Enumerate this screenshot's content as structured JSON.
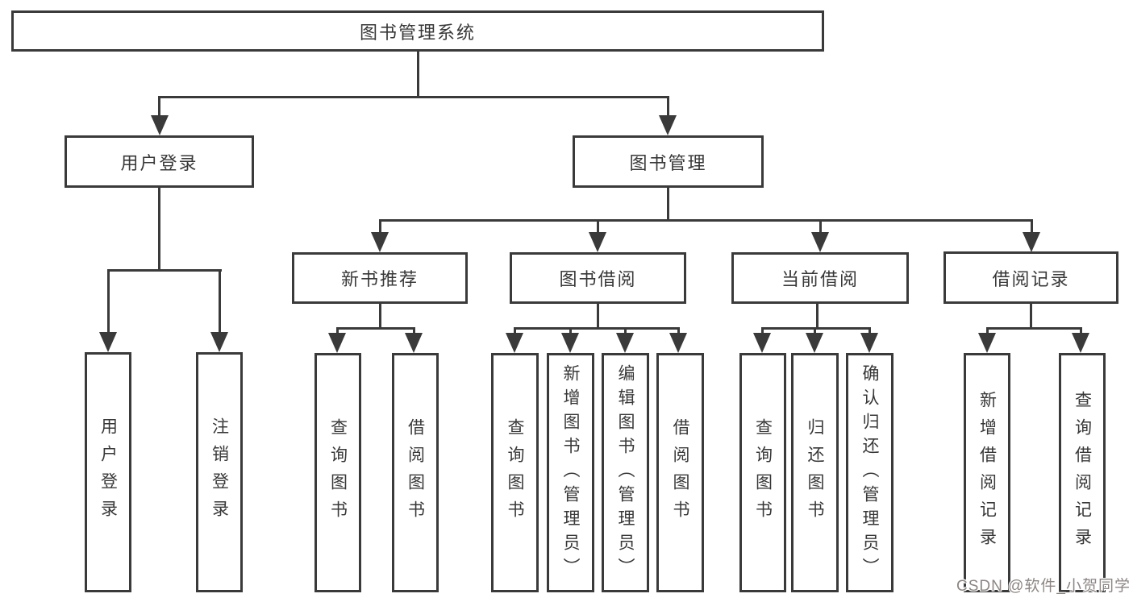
{
  "chart": {
    "title": "图书管理系统",
    "watermark": "CSDN @软件_小贺同学",
    "colors": {
      "line": "#3a3a3a",
      "text": "#383838",
      "background": "#ffffff",
      "watermark": "#8c8684"
    },
    "level2": {
      "user_login": "用户登录",
      "book_management": "图书管理"
    },
    "level3": {
      "new_book_recommend": "新书推荐",
      "book_borrowing": "图书借阅",
      "current_borrowing": "当前借阅",
      "borrowing_records": "借阅记录"
    },
    "leaves": {
      "user_login": "用户登录",
      "logout": "注销登录",
      "nbr_query_books": "查询图书",
      "nbr_borrow_books": "借阅图书",
      "bb_query_books": "查询图书",
      "bb_add_books": "新增图书（管理员）",
      "bb_edit_books": "编辑图书（管理员）",
      "bb_borrow_books": "借阅图书",
      "cb_query_books": "查询图书",
      "cb_return_books": "归还图书",
      "cb_confirm_return": "确认归还（管理员）",
      "br_add_record": "新增借阅记录",
      "br_query_record": "查询借阅记录"
    }
  }
}
